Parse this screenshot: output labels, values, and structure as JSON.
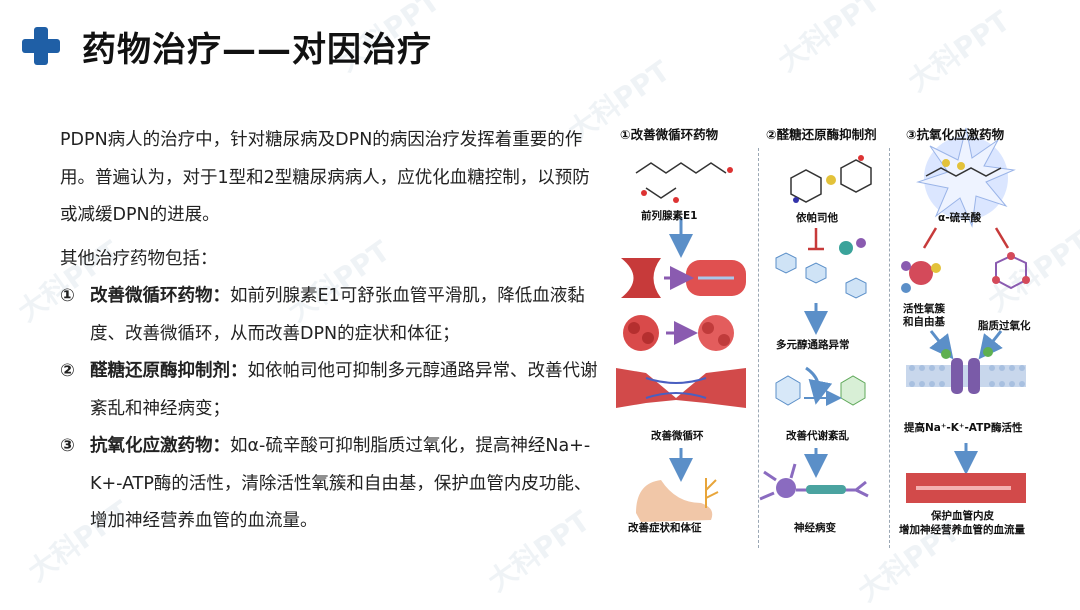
{
  "title": "药物治疗——对因治疗",
  "intro": "PDPN病人的治疗中，针对糖尿病及DPN的病因治疗发挥着重要的作用。普遍认为，对于1型和2型糖尿病病人，应优化血糖控制，以预防或减缓DPN的进展。",
  "other_label": "其他治疗药物包括：",
  "items": [
    {
      "num": "①",
      "lead": "改善微循环药物：",
      "text": "如前列腺素E1可舒张血管平滑肌，降低血液黏度、改善微循环，从而改善DPN的症状和体征；"
    },
    {
      "num": "②",
      "lead": "醛糖还原酶抑制剂：",
      "text": "如依帕司他可抑制多元醇通路异常、改善代谢紊乱和神经病变；"
    },
    {
      "num": "③",
      "lead": "抗氧化应激药物：",
      "text": "如α-硫辛酸可抑制脂质过氧化，提高神经Na+-K+-ATP酶的活性，清除活性氧簇和自由基，保护血管内皮功能、增加神经营养血管的血流量。"
    }
  ],
  "figure": {
    "col1": {
      "title": "①改善微循环药物",
      "drug": "前列腺素E1",
      "step": "改善微循环",
      "result": "改善症状和体征"
    },
    "col2": {
      "title": "②醛糖还原酶抑制剂",
      "drug": "依帕司他",
      "step1": "多元醇通路异常",
      "step2": "改善代谢紊乱",
      "result": "神经病变"
    },
    "col3": {
      "title": "③抗氧化应激药物",
      "drug": "α-硫辛酸",
      "left": "活性氧簇\n和自由基",
      "right": "脂质过氧化",
      "step": "提高Na⁺-K⁺-ATP酶活性",
      "result1": "保护血管内皮",
      "result2": "增加神经营养血管的血流量"
    }
  },
  "watermark": "大科PPT"
}
